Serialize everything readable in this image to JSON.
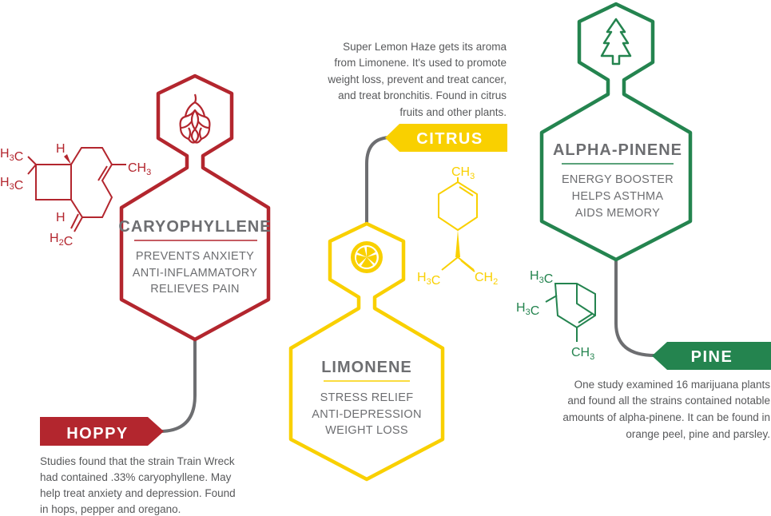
{
  "colors": {
    "red": "#b3262e",
    "yellow": "#f9d000",
    "green": "#24844f",
    "gray": "#6d6e71",
    "connector": "#6d6e71"
  },
  "caryophyllene": {
    "name": "CARYOPHYLLENE",
    "icon": "hops-icon",
    "benefits": [
      "PREVENTS ANXIETY",
      "ANTI-INFLAMMATORY",
      "RELIEVES PAIN"
    ],
    "tag": "HOPPY",
    "description": [
      "Studies found that the strain Train Wreck",
      "had contained .33% caryophyllene. May",
      "help treat anxiety and depression. Found",
      "in hops, pepper and oregano."
    ],
    "molecule": {
      "labels": [
        "H3C",
        "H3C",
        "CH3",
        "H",
        "H",
        "H2C"
      ]
    }
  },
  "limonene": {
    "name": "LIMONENE",
    "icon": "lemon-slice-icon",
    "benefits": [
      "STRESS RELIEF",
      "ANTI-DEPRESSION",
      "WEIGHT LOSS"
    ],
    "tag": "CITRUS",
    "description": [
      "Super Lemon Haze gets its aroma",
      "from Limonene. It's used to promote",
      "weight loss, prevent and treat cancer,",
      "and treat bronchitis. Found in citrus",
      "fruits and other plants."
    ],
    "molecule": {
      "labels": [
        "CH3",
        "H3C",
        "CH2"
      ]
    }
  },
  "pinene": {
    "name": "ALPHA-PINENE",
    "icon": "pine-tree-icon",
    "benefits": [
      "ENERGY BOOSTER",
      "HELPS ASTHMA",
      "AIDS MEMORY"
    ],
    "tag": "PINE",
    "description": [
      "One study examined 16 marijuana plants",
      "and found all the strains contained notable",
      "amounts of alpha-pinene. It can be found in",
      "orange peel, pine and parsley."
    ],
    "molecule": {
      "labels": [
        "H3C",
        "H3C",
        "CH3"
      ]
    }
  }
}
